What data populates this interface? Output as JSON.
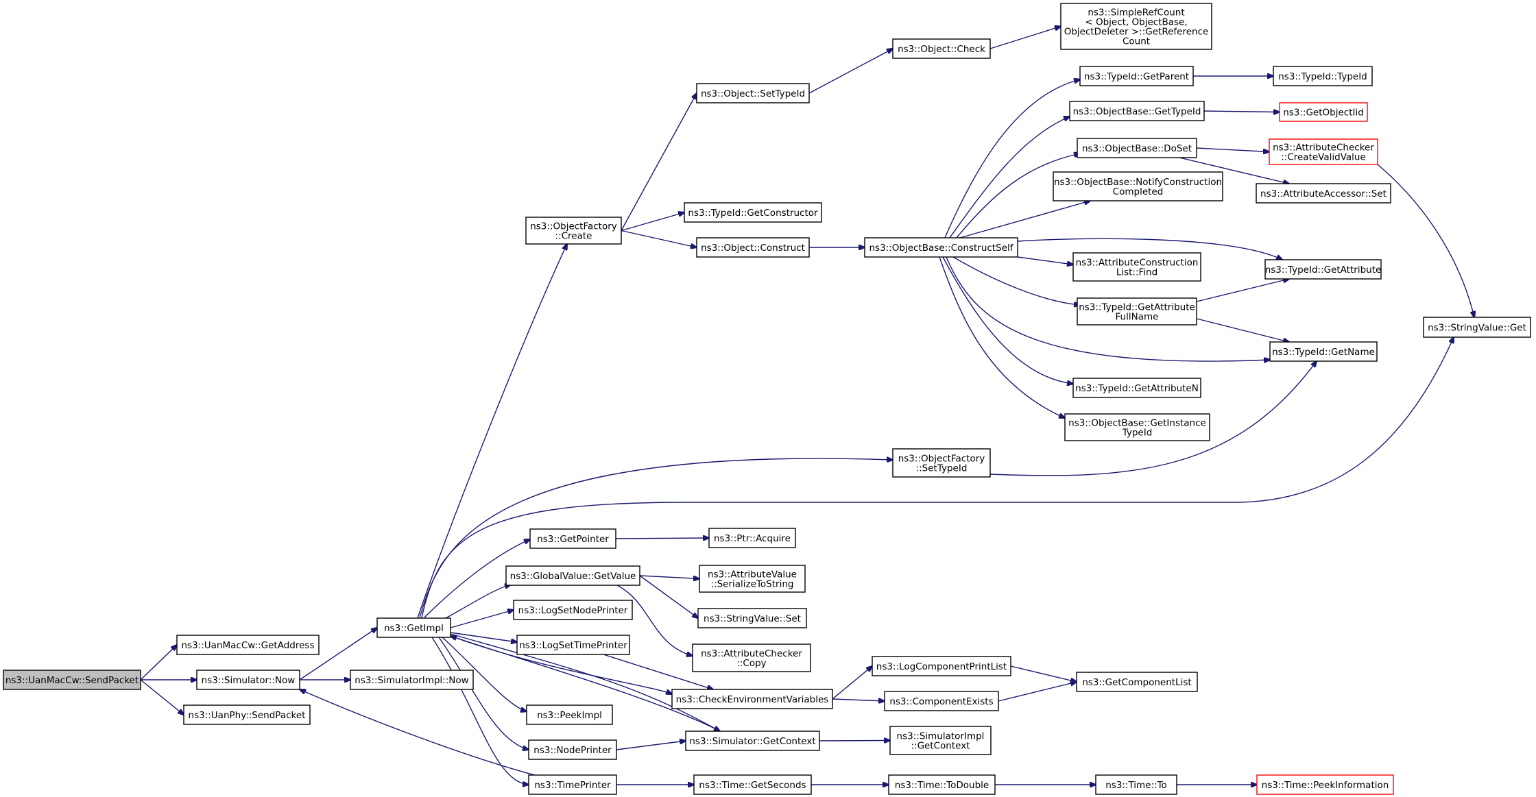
{
  "diagram": {
    "type": "call-graph",
    "colors": {
      "edge": "#191970",
      "border": "#000000",
      "truncated_border": "#ff0000",
      "root_fill": "#bfbfbf",
      "node_fill": "#ffffff"
    },
    "nodes": [
      {
        "id": "sendpacket",
        "lines": [
          "ns3::UanMacCw::SendPacket"
        ],
        "root": true
      },
      {
        "id": "getaddress",
        "lines": [
          "ns3::UanMacCw::GetAddress"
        ]
      },
      {
        "id": "simnow",
        "lines": [
          "ns3::Simulator::Now"
        ]
      },
      {
        "id": "physend",
        "lines": [
          "ns3::UanPhy::SendPacket"
        ]
      },
      {
        "id": "getimpl",
        "lines": [
          "ns3::GetImpl"
        ]
      },
      {
        "id": "simimplnow",
        "lines": [
          "ns3::SimulatorImpl::Now"
        ]
      },
      {
        "id": "ofcreate",
        "lines": [
          "ns3::ObjectFactory",
          "::Create"
        ]
      },
      {
        "id": "ofsettypeid",
        "lines": [
          "ns3::ObjectFactory",
          "::SetTypeId"
        ]
      },
      {
        "id": "stringvalueget",
        "lines": [
          "ns3::StringValue::Get"
        ]
      },
      {
        "id": "getpointer",
        "lines": [
          "ns3::GetPointer"
        ]
      },
      {
        "id": "gvgetvalue",
        "lines": [
          "ns3::GlobalValue::GetValue"
        ]
      },
      {
        "id": "logsetnode",
        "lines": [
          "ns3::LogSetNodePrinter"
        ]
      },
      {
        "id": "logsettime",
        "lines": [
          "ns3::LogSetTimePrinter"
        ]
      },
      {
        "id": "checkenv",
        "lines": [
          "ns3::CheckEnvironmentVariables"
        ]
      },
      {
        "id": "peekimpl",
        "lines": [
          "ns3::PeekImpl"
        ]
      },
      {
        "id": "nodeprinter",
        "lines": [
          "ns3::NodePrinter"
        ]
      },
      {
        "id": "simgetcontext",
        "lines": [
          "ns3::Simulator::GetContext"
        ]
      },
      {
        "id": "timeprinter",
        "lines": [
          "ns3::TimePrinter"
        ]
      },
      {
        "id": "objsettypeid",
        "lines": [
          "ns3::Object::SetTypeId"
        ]
      },
      {
        "id": "objcheck",
        "lines": [
          "ns3::Object::Check"
        ]
      },
      {
        "id": "simplerefcount",
        "lines": [
          "ns3::SimpleRefCount",
          "< Object, ObjectBase,",
          " ObjectDeleter >::GetReference",
          "Count"
        ]
      },
      {
        "id": "tidgetctor",
        "lines": [
          "ns3::TypeId::GetConstructor"
        ]
      },
      {
        "id": "objconstruct",
        "lines": [
          "ns3::Object::Construct"
        ]
      },
      {
        "id": "constructself",
        "lines": [
          "ns3::ObjectBase::ConstructSelf"
        ]
      },
      {
        "id": "tidgetparent",
        "lines": [
          "ns3::TypeId::GetParent"
        ]
      },
      {
        "id": "tidtypeid",
        "lines": [
          "ns3::TypeId::TypeId"
        ]
      },
      {
        "id": "obgettypeid",
        "lines": [
          "ns3::ObjectBase::GetTypeId"
        ]
      },
      {
        "id": "getobjectiid",
        "lines": [
          "ns3::GetObjectIid"
        ],
        "truncated": true
      },
      {
        "id": "obdoset",
        "lines": [
          "ns3::ObjectBase::DoSet"
        ]
      },
      {
        "id": "accheckercreate",
        "lines": [
          "ns3::AttributeChecker",
          "::CreateValidValue"
        ],
        "truncated": true
      },
      {
        "id": "aaset",
        "lines": [
          "ns3::AttributeAccessor::Set"
        ]
      },
      {
        "id": "obnotify",
        "lines": [
          "ns3::ObjectBase::NotifyConstruction",
          "Completed"
        ]
      },
      {
        "id": "aclfind",
        "lines": [
          "ns3::AttributeConstruction",
          "List::Find"
        ]
      },
      {
        "id": "tidgetattr",
        "lines": [
          "ns3::TypeId::GetAttribute"
        ]
      },
      {
        "id": "tidgetattrfull",
        "lines": [
          "ns3::TypeId::GetAttribute",
          "FullName"
        ]
      },
      {
        "id": "tidgetname",
        "lines": [
          "ns3::TypeId::GetName"
        ]
      },
      {
        "id": "tidgetattrn",
        "lines": [
          "ns3::TypeId::GetAttributeN"
        ]
      },
      {
        "id": "obgetinstance",
        "lines": [
          "ns3::ObjectBase::GetInstance",
          "TypeId"
        ]
      },
      {
        "id": "ptracquire",
        "lines": [
          "ns3::Ptr::Acquire"
        ]
      },
      {
        "id": "avserialize",
        "lines": [
          "ns3::AttributeValue",
          "::SerializeToString"
        ]
      },
      {
        "id": "stringvalueset",
        "lines": [
          "ns3::StringValue::Set"
        ]
      },
      {
        "id": "accheckercopy",
        "lines": [
          "ns3::AttributeChecker",
          "::Copy"
        ]
      },
      {
        "id": "logcompprint",
        "lines": [
          "ns3::LogComponentPrintList"
        ]
      },
      {
        "id": "compexists",
        "lines": [
          "ns3::ComponentExists"
        ]
      },
      {
        "id": "getcomplist",
        "lines": [
          "ns3::GetComponentList"
        ]
      },
      {
        "id": "simimplgetctx",
        "lines": [
          "ns3::SimulatorImpl",
          "::GetContext"
        ]
      },
      {
        "id": "timegetseconds",
        "lines": [
          "ns3::Time::GetSeconds"
        ]
      },
      {
        "id": "timetodouble",
        "lines": [
          "ns3::Time::ToDouble"
        ]
      },
      {
        "id": "timeto",
        "lines": [
          "ns3::Time::To"
        ]
      },
      {
        "id": "timepeekinfo",
        "lines": [
          "ns3::Time::PeekInformation"
        ],
        "truncated": true
      }
    ],
    "edges": [
      [
        "sendpacket",
        "getaddress"
      ],
      [
        "sendpacket",
        "simnow"
      ],
      [
        "sendpacket",
        "physend"
      ],
      [
        "simnow",
        "getimpl"
      ],
      [
        "simnow",
        "simimplnow"
      ],
      [
        "getimpl",
        "ofcreate"
      ],
      [
        "getimpl",
        "ofsettypeid"
      ],
      [
        "getimpl",
        "stringvalueget"
      ],
      [
        "getimpl",
        "getpointer"
      ],
      [
        "getimpl",
        "gvgetvalue"
      ],
      [
        "getimpl",
        "logsetnode"
      ],
      [
        "getimpl",
        "logsettime"
      ],
      [
        "getimpl",
        "checkenv"
      ],
      [
        "getimpl",
        "peekimpl"
      ],
      [
        "getimpl",
        "nodeprinter"
      ],
      [
        "getimpl",
        "simgetcontext"
      ],
      [
        "getimpl",
        "timeprinter"
      ],
      [
        "ofcreate",
        "objsettypeid"
      ],
      [
        "ofcreate",
        "tidgetctor"
      ],
      [
        "ofcreate",
        "objconstruct"
      ],
      [
        "objsettypeid",
        "objcheck"
      ],
      [
        "objcheck",
        "simplerefcount"
      ],
      [
        "objconstruct",
        "constructself"
      ],
      [
        "constructself",
        "tidgetparent"
      ],
      [
        "constructself",
        "obgettypeid"
      ],
      [
        "constructself",
        "obdoset"
      ],
      [
        "constructself",
        "obnotify"
      ],
      [
        "constructself",
        "tidgetattr"
      ],
      [
        "constructself",
        "aclfind"
      ],
      [
        "constructself",
        "tidgetattrfull"
      ],
      [
        "constructself",
        "tidgetname"
      ],
      [
        "constructself",
        "tidgetattrn"
      ],
      [
        "constructself",
        "obgetinstance"
      ],
      [
        "tidgetparent",
        "tidtypeid"
      ],
      [
        "obgettypeid",
        "getobjectiid"
      ],
      [
        "obdoset",
        "accheckercreate"
      ],
      [
        "obdoset",
        "aaset"
      ],
      [
        "accheckercreate",
        "stringvalueget"
      ],
      [
        "tidgetattrfull",
        "tidgetattr"
      ],
      [
        "tidgetattrfull",
        "tidgetname"
      ],
      [
        "ofsettypeid",
        "tidgetname"
      ],
      [
        "getpointer",
        "ptracquire"
      ],
      [
        "gvgetvalue",
        "avserialize"
      ],
      [
        "gvgetvalue",
        "stringvalueset"
      ],
      [
        "gvgetvalue",
        "accheckercopy"
      ],
      [
        "logsettime",
        "checkenv"
      ],
      [
        "checkenv",
        "logcompprint"
      ],
      [
        "checkenv",
        "compexists"
      ],
      [
        "logcompprint",
        "getcomplist"
      ],
      [
        "compexists",
        "getcomplist"
      ],
      [
        "nodeprinter",
        "simgetcontext"
      ],
      [
        "simgetcontext",
        "getimpl"
      ],
      [
        "simgetcontext",
        "simimplgetctx"
      ],
      [
        "timeprinter",
        "simnow"
      ],
      [
        "timeprinter",
        "timegetseconds"
      ],
      [
        "timegetseconds",
        "timetodouble"
      ],
      [
        "timetodouble",
        "timeto"
      ],
      [
        "timeto",
        "timepeekinfo"
      ]
    ]
  }
}
